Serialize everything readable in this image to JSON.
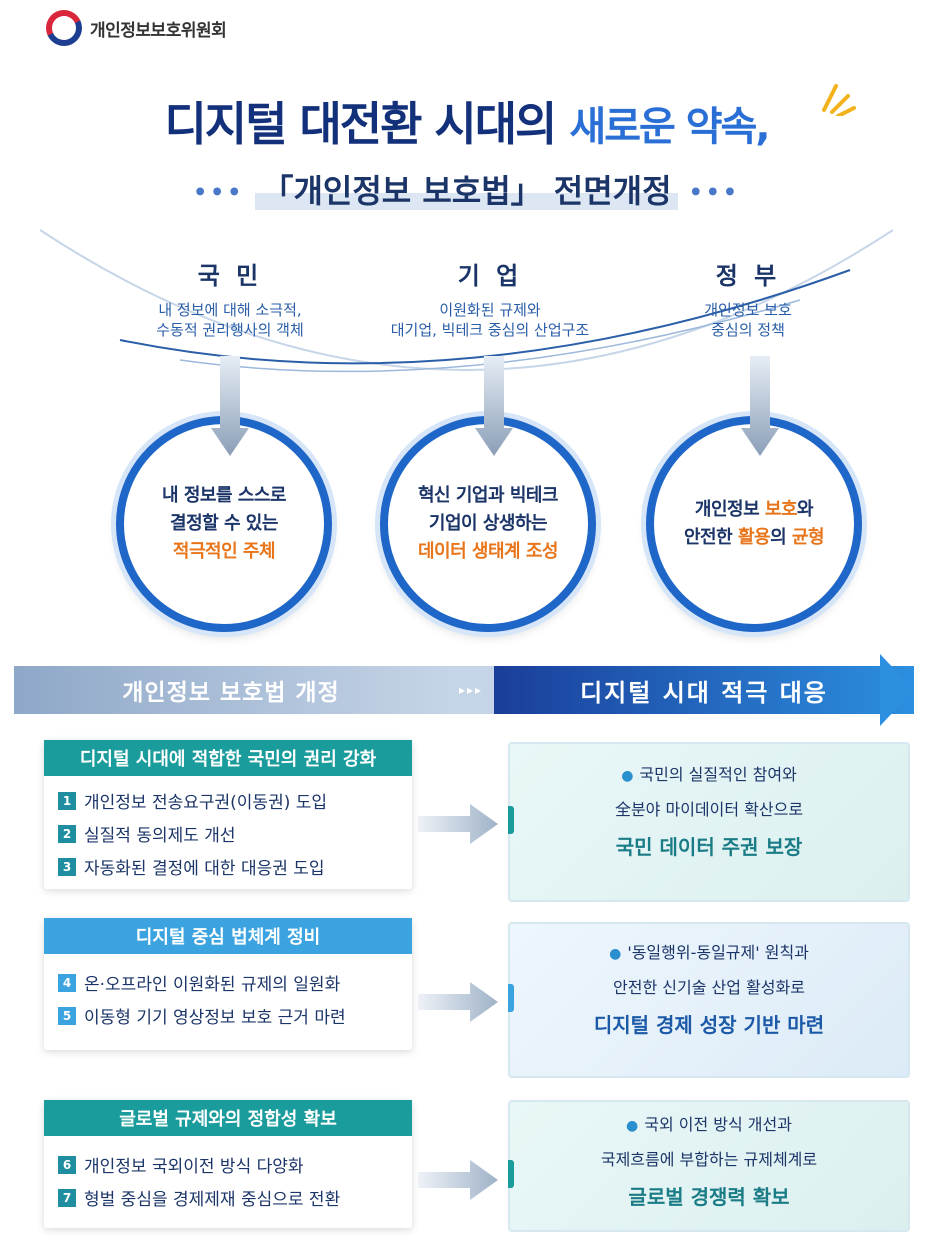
{
  "org_name": "개인정보보호위원회",
  "title": {
    "part1": "디지털 대전환 시대의",
    "part2": "새로운 약속,"
  },
  "subtitle": "「개인정보 보호법」 전면개정",
  "columns": [
    {
      "head": "국 민",
      "desc1": "내 정보에 대해 소극적,",
      "desc2": "수동적 권리행사의 객체",
      "circle": [
        "내 정보를 스스로",
        "결정할 수 있는",
        "적극적인 주체"
      ]
    },
    {
      "head": "기 업",
      "desc1": "이원화된 규제와",
      "desc2": "대기업, 빅테크 중심의 산업구조",
      "circle": [
        "혁신 기업과 빅테크",
        "기업이 상생하는",
        "데이터 생태계 조성"
      ]
    },
    {
      "head": "정 부",
      "desc1": "개인정보 보호",
      "desc2": "중심의 정책",
      "circle3": {
        "l1a": "개인정보 ",
        "l1b": "보호",
        "l1c": "와",
        "l2a": "안전한 ",
        "l2b": "활용",
        "l2c": "의 ",
        "l2d": "균형"
      }
    }
  ],
  "band": {
    "left": "개인정보 보호법 개정",
    "mid": "▸▸▸",
    "right": "디지털 시대 적극 대응"
  },
  "sections": [
    {
      "head": "디지털 시대에 적합한 국민의 권리 강화",
      "items": [
        {
          "n": "1",
          "t": "개인정보 전송요구권(이동권) 도입"
        },
        {
          "n": "2",
          "t": "실질적 동의제도 개선"
        },
        {
          "n": "3",
          "t": "자동화된 결정에 대한 대응권 도입"
        }
      ],
      "r1": "국민의  실질적인  참여와",
      "r2": "全분야 마이데이터  확산으로",
      "r3": "국민 데이터 주권 보장"
    },
    {
      "head": "디지털 중심 법체계 정비",
      "items": [
        {
          "n": "4",
          "t": "온·오프라인 이원화된 규제의 일원화"
        },
        {
          "n": "5",
          "t": "이동형 기기 영상정보 보호 근거 마련"
        }
      ],
      "r1": "'동일행위-동일규제' 원칙과",
      "r2": "안전한 신기술 산업 활성화로",
      "r3": "디지털 경제 성장 기반 마련"
    },
    {
      "head": "글로벌 규제와의 정합성 확보",
      "items": [
        {
          "n": "6",
          "t": "개인정보 국외이전 방식 다양화"
        },
        {
          "n": "7",
          "t": "형벌 중심을 경제제재 중심으로 전환"
        }
      ],
      "r1": "국외 이전 방식 개선과",
      "r2": "국제흐름에 부합하는 규제체계로",
      "r3": "글로벌 경쟁력 확보"
    }
  ],
  "colors": {
    "navy": "#13307a",
    "blue": "#1f66c9",
    "orange": "#e8751a",
    "teal": "#1a9c9c",
    "sky": "#3aa3e0"
  }
}
